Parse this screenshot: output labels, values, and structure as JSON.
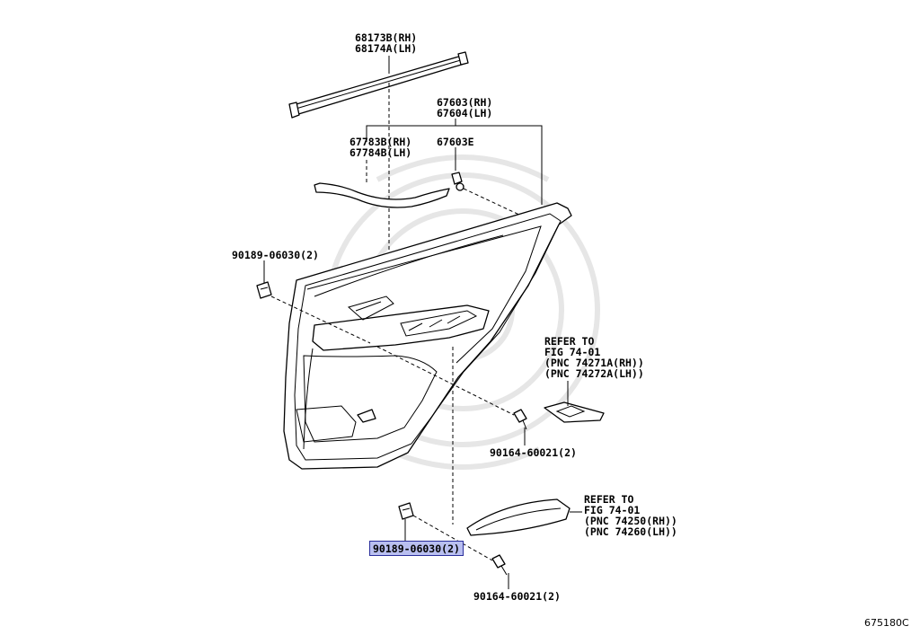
{
  "labels": {
    "p68173b": "68173B(RH)",
    "p68174a": "68174A(LH)",
    "p67603": "67603(RH)",
    "p67604": "67604(LH)",
    "p67783b": "67783B(RH)",
    "p67784b": "67784B(LH)",
    "p67603e": "67603E",
    "p90189_top": "90189-06030(2)",
    "p90189_bottom": "90189-06030(2)",
    "p90164_mid": "90164-60021(2)",
    "p90164_bottom": "90164-60021(2)",
    "ref1_l1": "REFER TO",
    "ref1_l2": "FIG 74-01",
    "ref1_l3": "(PNC 74271A(RH))",
    "ref1_l4": "(PNC 74272A(LH))",
    "ref2_l1": "REFER TO",
    "ref2_l2": "FIG 74-01",
    "ref2_l3": "(PNC 74250(RH))",
    "ref2_l4": "(PNC 74260(LH))",
    "figure_code": "675180C"
  },
  "highlighted_part": "90189-06030(2)",
  "colors": {
    "highlight_fill": "#b9bff0",
    "highlight_border": "#2b2f9c",
    "line": "#000000",
    "watermark": "#e6e6e6"
  }
}
